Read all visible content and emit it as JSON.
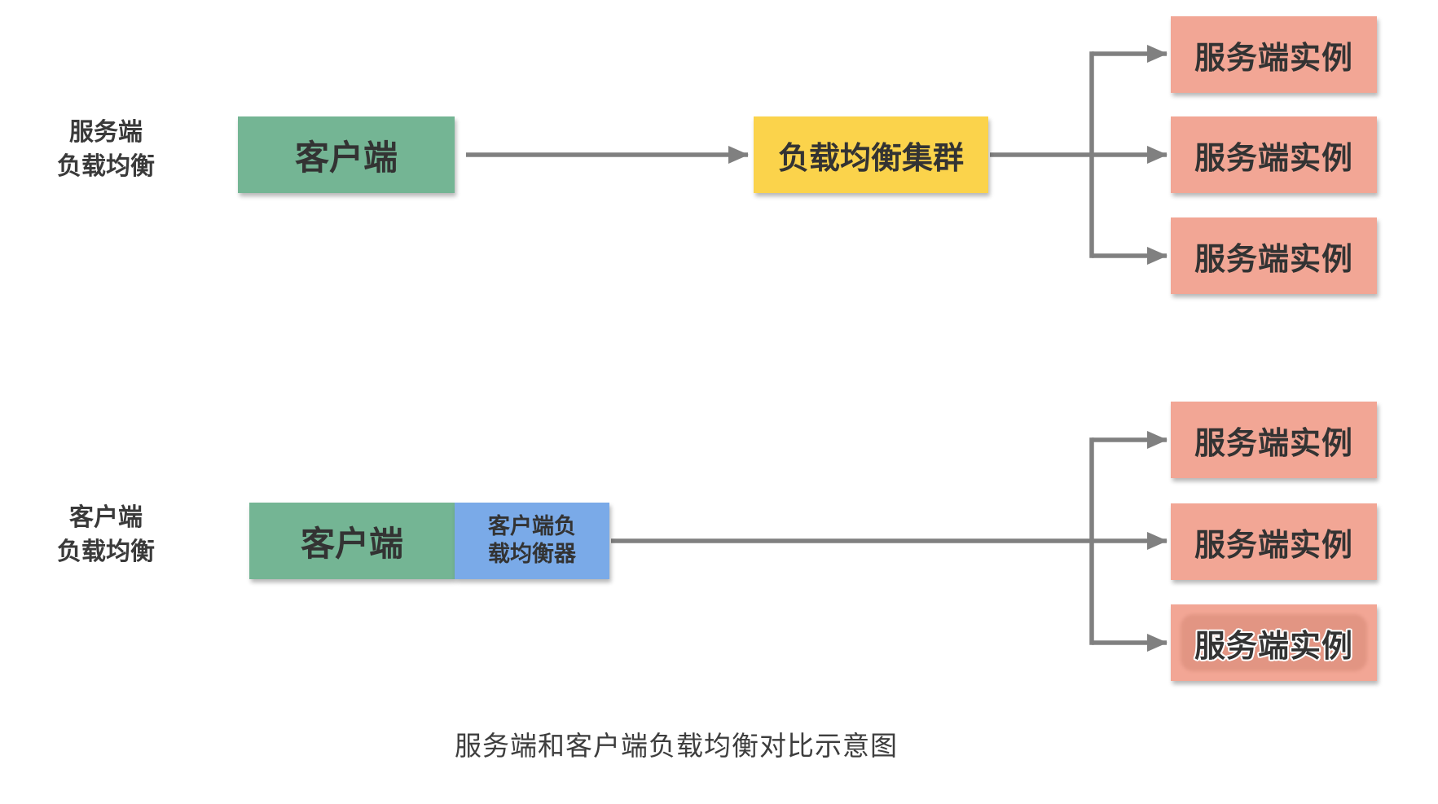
{
  "diagram": {
    "caption": "服务端和客户端负载均衡对比示意图",
    "sections": {
      "server_side": {
        "label_line1": "服务端",
        "label_line2": "负载均衡",
        "client_box_label": "客户端",
        "balancer_box_label": "负载均衡集群",
        "instances": [
          "服务端实例",
          "服务端实例",
          "服务端实例"
        ]
      },
      "client_side": {
        "label_line1": "客户端",
        "label_line2": "负载均衡",
        "client_box_label": "客户端",
        "balancer_box_line1": "客户端负",
        "balancer_box_line2": "载均衡器",
        "instances": [
          "服务端实例",
          "服务端实例",
          "服务端实例"
        ]
      }
    },
    "colors": {
      "green": "#74b594",
      "yellow": "#fbd34b",
      "pink": "#f2a695",
      "blue": "#7aaae8",
      "arrow": "#808080",
      "box-text": "#333333",
      "label-text": "#3a3a3a",
      "caption-text": "#3d3d3d",
      "background": "#ffffff"
    }
  }
}
